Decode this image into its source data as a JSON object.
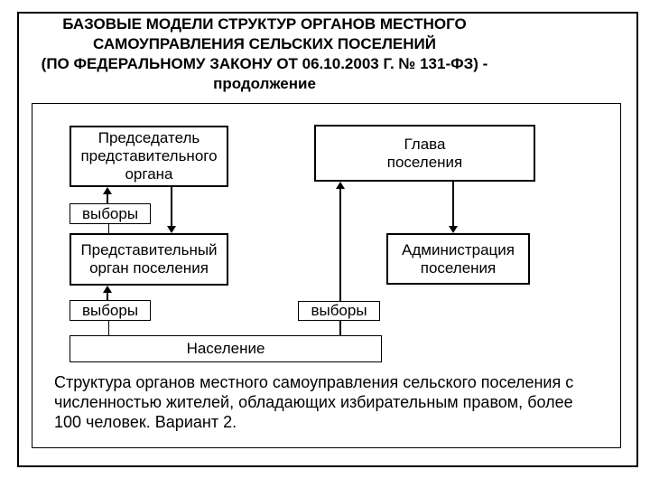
{
  "title": {
    "text": "БАЗОВЫЕ МОДЕЛИ СТРУКТУР ОРГАНОВ МЕСТНОГО\nСАМОУПРАВЛЕНИЯ СЕЛЬСКИХ ПОСЕЛЕНИЙ\n(ПО ФЕДЕРАЛЬНОМУ ЗАКОНУ ОТ 06.10.2003 Г. № 131-ФЗ) -\nпродолжение"
  },
  "diagram": {
    "nodes": {
      "chairman": "Председатель\nпредставительного\nоргана",
      "head": "Глава\nпоселения",
      "elections_left_top": "выборы",
      "representative": "Представительный\nорган поселения",
      "administration": "Администрация\nпоселения",
      "elections_left_bottom": "выборы",
      "elections_right": "выборы",
      "population": "Население"
    },
    "edges": [
      "elections_left_top -> chairman (arrow up)",
      "chairman -> representative (arrow down)",
      "elections_left_top - representative (line)",
      "elections_left_bottom -> representative (arrow up)",
      "elections_left_bottom - population (line)",
      "population -> head (arrow up through elections_right)",
      "head -> administration (arrow down)"
    ]
  },
  "caption": {
    "text": "Структура органов местного самоуправления сельского поселения с\nчисленностью жителей, обладающих избирательным правом, более\n100 человек. Вариант 2."
  },
  "colors": {
    "background": "#ffffff",
    "box_fill": "#ffffff",
    "line": "#000000",
    "text": "#000000"
  }
}
